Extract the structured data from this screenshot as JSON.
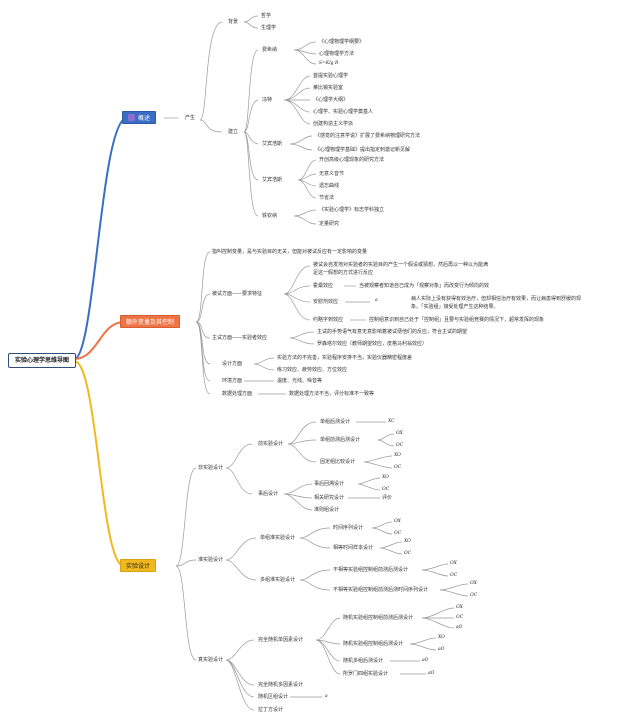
{
  "root": "实验心理学思维导图",
  "colors": {
    "blue": "#3a6ec5",
    "orange": "#ee7345",
    "yellow": "#f2b91f",
    "gray": "#9a9a9a"
  },
  "overview": {
    "title": "概述",
    "produce": "产生",
    "background": "背景",
    "bg_items": [
      "哲学",
      "生理学"
    ],
    "establish": "建立",
    "fechner": "费希纳",
    "fechner_items": [
      "《心理物理学纲要》",
      "心理物理学方法"
    ],
    "fechner_formula": "S=Klg R",
    "wundt": "冯特",
    "wundt_items": [
      "首提实验心理学",
      "莱比锡实验室",
      "《心理学大纲》",
      "心理学、实验心理学奠基人",
      "创建构造主义学派"
    ],
    "ebbinghaus": "艾宾浩斯",
    "ebb_items": [
      "《感觉的注意学说》扩展了费希纳物理研究方法",
      "《心理物理学基础》提出指定刺激记新见解"
    ],
    "donders": "艾宾浩斯",
    "donders_items": [
      "开创高级心理现象的研究方法",
      "无意义音节",
      "遗忘曲线",
      "节省法"
    ],
    "titchener": "铁钦纳",
    "titchener_items": [
      "《实验心理学》标志学科独立",
      "定量研究"
    ]
  },
  "extraneous": {
    "title": "额外变量及其控制",
    "def": "指叫控制变量，是与实验目的无关，但能对被试反应有一定影响的变量",
    "subject": "被试方面——要求特征",
    "subject_desc1": "被试会自发地对实验者的实验目的产生一个假设或猜想，然后再以一种以为能满",
    "subject_desc2": "足这一假想的方式进行反应",
    "hawthorne": "霍桑效应",
    "hawthorne_desc": "当被观察者知道自己成为「观察对象」而改变行为倾向的效",
    "placebo": "安慰剂效应",
    "placebo_arrow": "a",
    "placebo_desc1": "病人实际上没有获得有效治疗，但却相信治疗有效果，而让病患得到舒缓的现",
    "placebo_desc2": "象。「实验组」接受处理产生这种结果。",
    "blind": "约略字到效应",
    "blind_desc": "控制组意识到自己处于「控制组」且要与实验组竞赛的情况下，超常发挥的现象",
    "experimenter": "主试方面——实验者效应",
    "exp_desc": "主试的手势语气有意无意影响着被试便他们的反应，符合主试的期望",
    "rosenthal": "罗森塔尔效应（教师期望效应，皮格马利翁效应）",
    "design": "设计方面",
    "design_desc1": "实验方法的不完善，实验程序安排不当，实验仪器精密程度差",
    "design_desc2": "练习效应、疲劳效应、方位效应",
    "environment": "环境方面",
    "env_desc": "温度、光线、噪音等",
    "data": "数据处理方面",
    "data_desc": "数据处理方法不当，评分标准不一致等"
  },
  "design": {
    "title": "实验设计",
    "non": "非实验设计",
    "pre": "前实验设计",
    "one_post": "单组后测设计",
    "one_pre_post": "单组前测后测设计",
    "static": "固定组比较设计",
    "ex_post": "事后设计",
    "ex_post_trace": "事后回溯设计",
    "correlation": "相关研究设计",
    "eval": "评价",
    "natural": "准则组设计",
    "quasi": "准实验设计",
    "quasi_single": "单组准实验设计",
    "time_series": "时间序列设计",
    "equivalent_time": "相等时间样本设计",
    "quasi_multi": "多组准实验设计",
    "nonequiv_pre_post": "不相等实验组控制组前测后测设计",
    "nonequiv_time": "不相等实验组控制组前测后测时间序列设计",
    "true": "真实验设计",
    "complete_single": "完全随机单因素设计",
    "rand_pre_post": "随机实验组控制组前测后测设计",
    "rand_post": "随机实验组控制组后测设计",
    "rand_multi_post": "随机多组后测设计",
    "solomon": "所罗门四组实验设计",
    "complete_multi": "完全随机多因素设计",
    "block": "随机区组设计",
    "latin": "拉丁方设计",
    "f_X": "XC",
    "f_OX": "OX",
    "f_OC": "OC",
    "f_XO": "XO",
    "f_RX": "XO",
    "f_a": "a",
    "f_XO2": "XO",
    "f_OC2": "OC",
    "f_aO": "aO"
  }
}
